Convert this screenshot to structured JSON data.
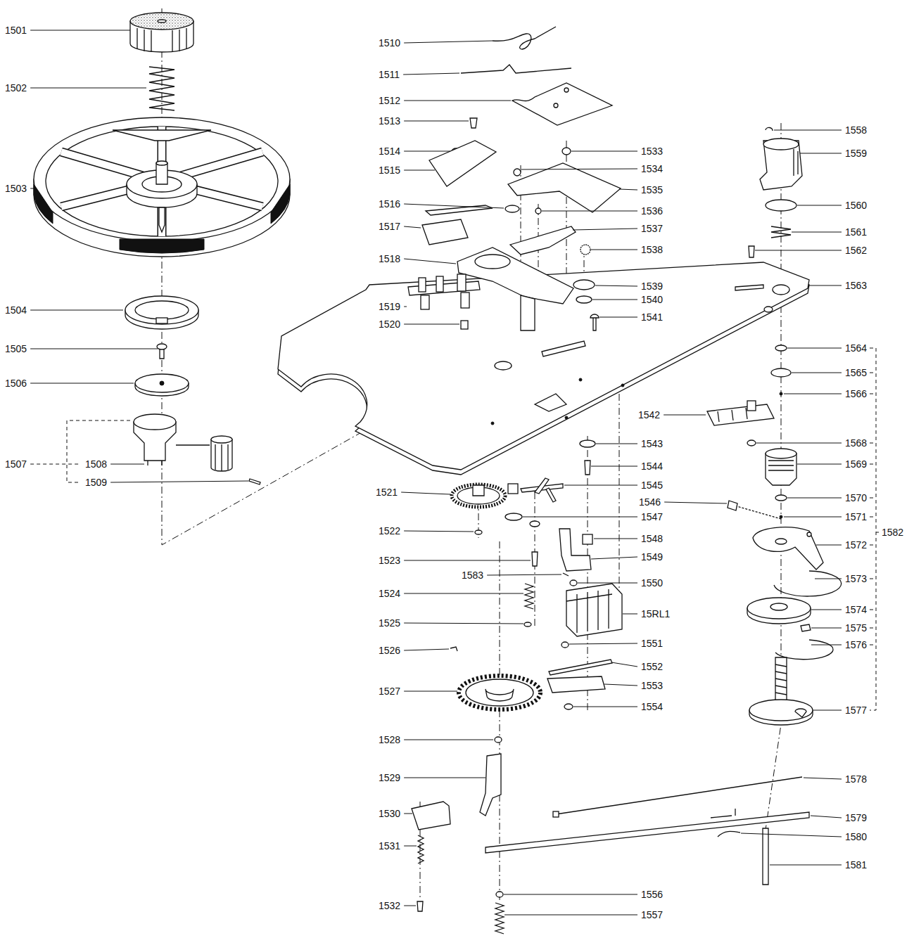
{
  "diagram": {
    "labels": [
      "1501",
      "1502",
      "1503",
      "1504",
      "1505",
      "1506",
      "1507",
      "1508",
      "1509",
      "1510",
      "1511",
      "1512",
      "1513",
      "1514",
      "1515",
      "1516",
      "1517",
      "1518",
      "1519",
      "1520",
      "1521",
      "1522",
      "1523",
      "1583",
      "1524",
      "1525",
      "1526",
      "1527",
      "1528",
      "1529",
      "1530",
      "1531",
      "1532",
      "1533",
      "1534",
      "1535",
      "1536",
      "1537",
      "1538",
      "1539",
      "1540",
      "1541",
      "1542",
      "1543",
      "1544",
      "1545",
      "1546",
      "1547",
      "1548",
      "1549",
      "1550",
      "15RL1",
      "1551",
      "1552",
      "1553",
      "1554",
      "1556",
      "1557",
      "1558",
      "1559",
      "1560",
      "1561",
      "1562",
      "1563",
      "1564",
      "1565",
      "1566",
      "1568",
      "1569",
      "1570",
      "1571",
      "1572",
      "1573",
      "1574",
      "1575",
      "1576",
      "1577",
      "1582",
      "1578",
      "1579",
      "1580",
      "1581"
    ]
  }
}
